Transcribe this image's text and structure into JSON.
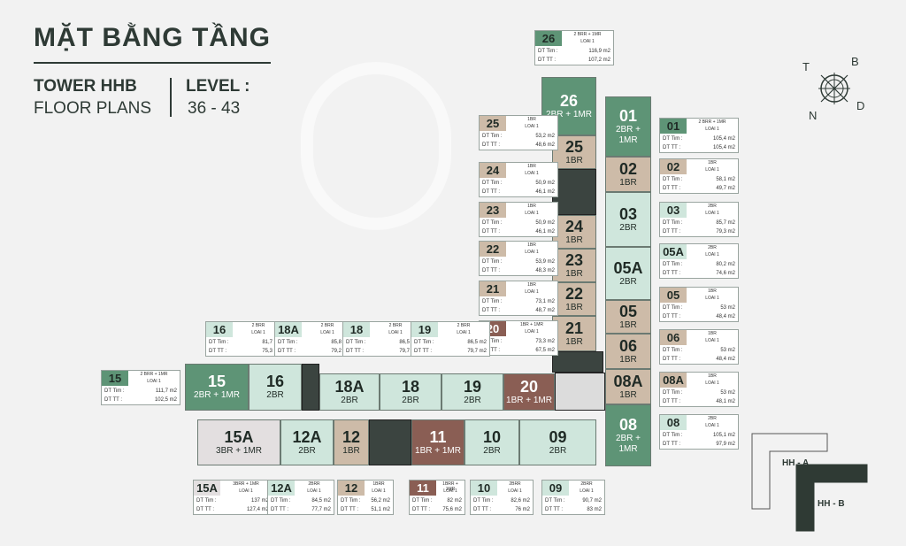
{
  "header": {
    "title": "MẶT BẰNG TẦNG",
    "tower": "TOWER HHB",
    "floor_plans": "FLOOR PLANS",
    "level_label": "LEVEL :",
    "level_range": "36 - 43"
  },
  "compass": {
    "n": "N",
    "t": "T",
    "b": "B",
    "d": "D"
  },
  "key": {
    "hha": "HH - A",
    "hhb": "HH - B"
  },
  "colors": {
    "light_green": "#cfe6dc",
    "dark_green": "#5e9476",
    "tan": "#cdbba8",
    "brown": "#8a5e54",
    "grey": "#e3dfe0"
  },
  "units": [
    {
      "id": "26",
      "type": "2BR + 1MR"
    },
    {
      "id": "25",
      "type": "1BR"
    },
    {
      "id": "24",
      "type": "1BR"
    },
    {
      "id": "23",
      "type": "1BR"
    },
    {
      "id": "22",
      "type": "1BR"
    },
    {
      "id": "21",
      "type": "1BR"
    },
    {
      "id": "01",
      "type": "2BR + 1MR"
    },
    {
      "id": "02",
      "type": "1BR"
    },
    {
      "id": "03",
      "type": "2BR"
    },
    {
      "id": "05A",
      "type": "2BR"
    },
    {
      "id": "05",
      "type": "1BR"
    },
    {
      "id": "06",
      "type": "1BR"
    },
    {
      "id": "08A",
      "type": "1BR"
    },
    {
      "id": "08",
      "type": "2BR + 1MR"
    },
    {
      "id": "15",
      "type": "2BR + 1MR"
    },
    {
      "id": "16",
      "type": "2BR"
    },
    {
      "id": "18A",
      "type": "2BR"
    },
    {
      "id": "18",
      "type": "2BR"
    },
    {
      "id": "19",
      "type": "2BR"
    },
    {
      "id": "20",
      "type": "1BR + 1MR"
    },
    {
      "id": "15A",
      "type": "3BR + 1MR"
    },
    {
      "id": "12A",
      "type": "2BR"
    },
    {
      "id": "12",
      "type": "1BR"
    },
    {
      "id": "11",
      "type": "1BR + 1MR"
    },
    {
      "id": "10",
      "type": "2BR"
    },
    {
      "id": "09",
      "type": "2BR"
    }
  ],
  "cards": [
    {
      "id": "26",
      "type": "2 BRR + 1MR",
      "loai": "LOAI 1",
      "dt_tim": "116,9 m2",
      "dt_tt": "107,2 m2"
    },
    {
      "id": "25",
      "type": "1BR",
      "loai": "LOAI 1",
      "dt_tim": "53,2 m2",
      "dt_tt": "48,6 m2"
    },
    {
      "id": "24",
      "type": "1BR",
      "loai": "LOAI 1",
      "dt_tim": "50,9 m2",
      "dt_tt": "46,1 m2"
    },
    {
      "id": "23",
      "type": "1BR",
      "loai": "LOAI 1",
      "dt_tim": "50,9 m2",
      "dt_tt": "46,1 m2"
    },
    {
      "id": "22",
      "type": "1BR",
      "loai": "LOAI 1",
      "dt_tim": "53,9 m2",
      "dt_tt": "48,3 m2"
    },
    {
      "id": "21",
      "type": "1BR",
      "loai": "LOAI 1",
      "dt_tim": "73,1 m2",
      "dt_tt": "48,7 m2"
    },
    {
      "id": "20",
      "type": "1BR + 1MR",
      "loai": "LOAI 1",
      "dt_tim": "73,3 m2",
      "dt_tt": "67,5 m2"
    },
    {
      "id": "01",
      "type": "2 BRR + 1MR",
      "loai": "LOAI 1",
      "dt_tim": "105,4 m2",
      "dt_tt": "105,4 m2"
    },
    {
      "id": "02",
      "type": "1BR",
      "loai": "LOAI 1",
      "dt_tim": "58,1 m2",
      "dt_tt": "49,7 m2"
    },
    {
      "id": "03",
      "type": "2BR",
      "loai": "LOAI 1",
      "dt_tim": "85,7 m2",
      "dt_tt": "79,3 m2"
    },
    {
      "id": "05A",
      "type": "2BR",
      "loai": "LOAI 1",
      "dt_tim": "80,2 m2",
      "dt_tt": "74,6 m2"
    },
    {
      "id": "05",
      "type": "1BR",
      "loai": "LOAI 1",
      "dt_tim": "53 m2",
      "dt_tt": "48,4 m2"
    },
    {
      "id": "06",
      "type": "1BR",
      "loai": "LOAI 1",
      "dt_tim": "53 m2",
      "dt_tt": "48,4 m2"
    },
    {
      "id": "08A",
      "type": "1BR",
      "loai": "LOAI 1",
      "dt_tim": "53 m2",
      "dt_tt": "48,1 m2"
    },
    {
      "id": "08",
      "type": "2BR",
      "loai": "LOAI 1",
      "dt_tim": "105,1 m2",
      "dt_tt": "97,9 m2"
    },
    {
      "id": "16",
      "type": "2 BRR",
      "loai": "LOAI 1",
      "dt_tim": "81,7 m2",
      "dt_tt": "75,3 m2"
    },
    {
      "id": "18A",
      "type": "2 BRR",
      "loai": "LOAI 1",
      "dt_tim": "85,8 m2",
      "dt_tt": "79,2 m2"
    },
    {
      "id": "18",
      "type": "2 BRR",
      "loai": "LOAI 1",
      "dt_tim": "86,5 m2",
      "dt_tt": "79,7 m2"
    },
    {
      "id": "19",
      "type": "2 BRR",
      "loai": "LOAI 1",
      "dt_tim": "86,5 m2",
      "dt_tt": "79,7 m2"
    },
    {
      "id": "15",
      "type": "2 BRR + 1MR",
      "loai": "LOAI 1",
      "dt_tim": "111,7 m2",
      "dt_tt": "102,5 m2"
    },
    {
      "id": "15A",
      "type": "3BRR + 1MR",
      "loai": "LOAI 1",
      "dt_tim": "137 m2",
      "dt_tt": "127,4 m2"
    },
    {
      "id": "12A",
      "type": "2BRR",
      "loai": "LOAI 1",
      "dt_tim": "84,5 m2",
      "dt_tt": "77,7 m2"
    },
    {
      "id": "12",
      "type": "1BRR",
      "loai": "LOAI 1",
      "dt_tim": "56,2 m2",
      "dt_tt": "51,1 m2"
    },
    {
      "id": "11",
      "type": "1BRR + 1MR",
      "loai": "LOAI 1",
      "dt_tim": "82 m2",
      "dt_tt": "75,6 m2"
    },
    {
      "id": "10",
      "type": "2BRR",
      "loai": "LOAI 1",
      "dt_tim": "82,6 m2",
      "dt_tt": "76 m2"
    },
    {
      "id": "09",
      "type": "2BRR",
      "loai": "LOAI 1",
      "dt_tim": "90,7 m2",
      "dt_tt": "83 m2"
    }
  ],
  "labels": {
    "dt_tim": "DT Tim :",
    "dt_tt": "DT TT :"
  }
}
